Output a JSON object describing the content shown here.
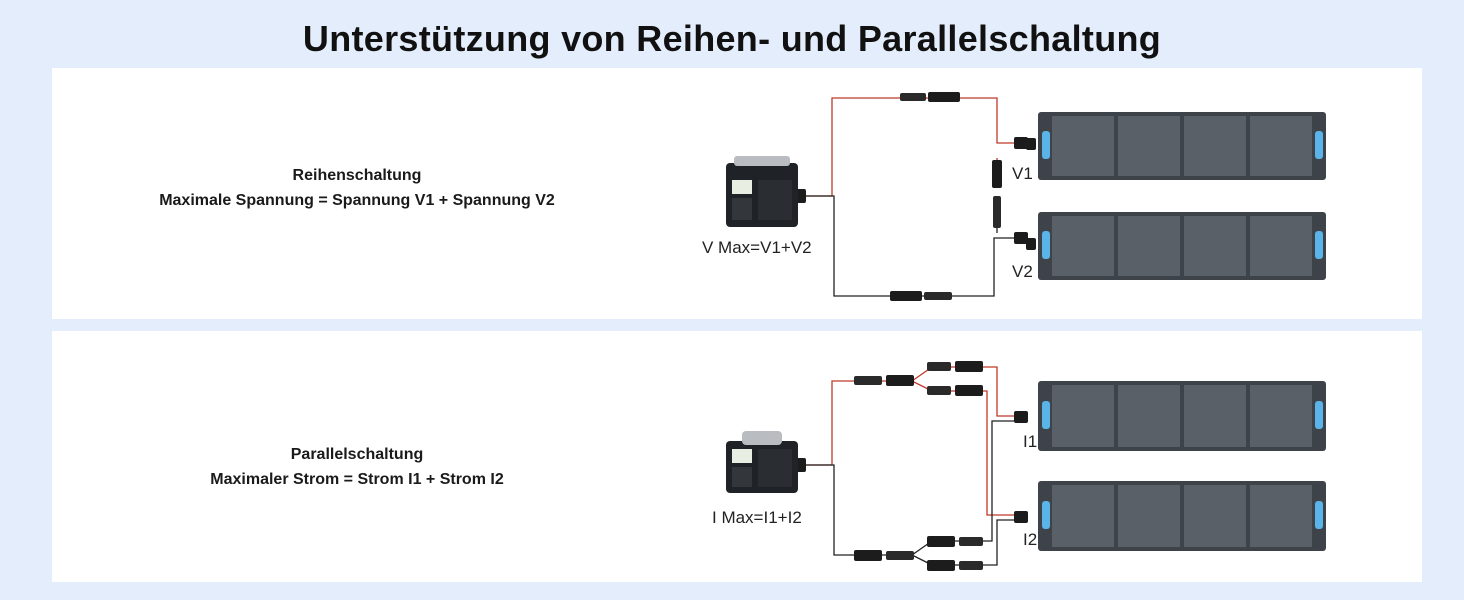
{
  "title": "Unterstützung von Reihen- und Parallelschaltung",
  "series_section": {
    "heading": "Reihenschaltung",
    "formula": "Maximale Spannung = Spannung V1 + Spannung V2",
    "station_label": "V Max=V1+V2",
    "panel_labels": [
      "V1",
      "V2"
    ]
  },
  "parallel_section": {
    "heading": "Parallelschaltung",
    "formula": "Maximaler Strom = Strom I1 + Strom I2",
    "station_label": "I Max=I1+I2",
    "panel_labels": [
      "I1",
      "I2"
    ]
  },
  "colors": {
    "background": "#e4edfb",
    "panel": "#ffffff",
    "cable_red": "#c0392b",
    "cable_black": "#222222",
    "solar_cell": "#4a4f57",
    "solar_handle": "#5ab4e8"
  }
}
